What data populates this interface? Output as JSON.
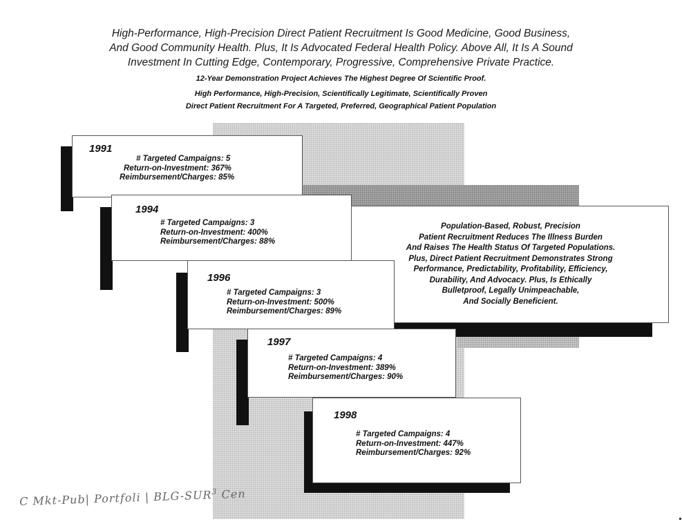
{
  "headline": {
    "line1": "High-Performance, High-Precision Direct Patient Recruitment Is Good Medicine, Good Business,",
    "line2": "And Good Community Health. Plus, It Is Advocated Federal Health Policy. Above All, It Is A Sound",
    "line3": "Investment In Cutting Edge, Contemporary, Progressive, Comprehensive Private Practice."
  },
  "subheads": {
    "line1": "12-Year Demonstration Project Achieves The Highest Degree Of Scientific Proof.",
    "line2": "High Performance, High-Precision, Scientifically Legitimate, Scientifically Proven",
    "line3": "Direct Patient Recruitment For A Targeted, Preferred, Geographical Patient Population"
  },
  "years": [
    {
      "year": "1991",
      "campaigns": "# Targeted Campaigns:  5",
      "roi": "Return-on-Investment:  367%",
      "reimb": "Reimbursement/Charges:  85%"
    },
    {
      "year": "1994",
      "campaigns": "# Targeted Campaigns:  3",
      "roi": "Return-on-Investment:   400%",
      "reimb": "Reimbursement/Charges:  88%"
    },
    {
      "year": "1996",
      "campaigns": "# Targeted Campaigns:  3",
      "roi": "Return-on-Investment:  500%",
      "reimb": "Reimbursement/Charges:  89%"
    },
    {
      "year": "1997",
      "campaigns": "# Targeted Campaigns:  4",
      "roi": "Return-on-Investment:   389%",
      "reimb": "Reimbursement/Charges:  90%"
    },
    {
      "year": "1998",
      "campaigns": "# Targeted Campaigns:  4",
      "roi": "Return-on-Investment:   447%",
      "reimb": "Reimbursement/Charges:  92%"
    }
  ],
  "info": {
    "line1": "Population-Based, Robust, Precision",
    "line2": "Patient Recruitment Reduces The Illness Burden",
    "line3": "And Raises The Health Status Of Targeted Populations.",
    "line4": "Plus, Direct Patient Recruitment Demonstrates Strong",
    "line5": "Performance, Predictability, Profitability, Efficiency,",
    "line6": "Durability, And Advocacy. Plus, Is Ethically",
    "line7": "Bulletproof, Legally Unimpeachable,",
    "line8": "And Socially Beneficient."
  },
  "handwriting": {
    "text": "C Mkt-Pub| Portfoli | BLG-SUR",
    "sup": "3",
    "tail": " Cen"
  }
}
